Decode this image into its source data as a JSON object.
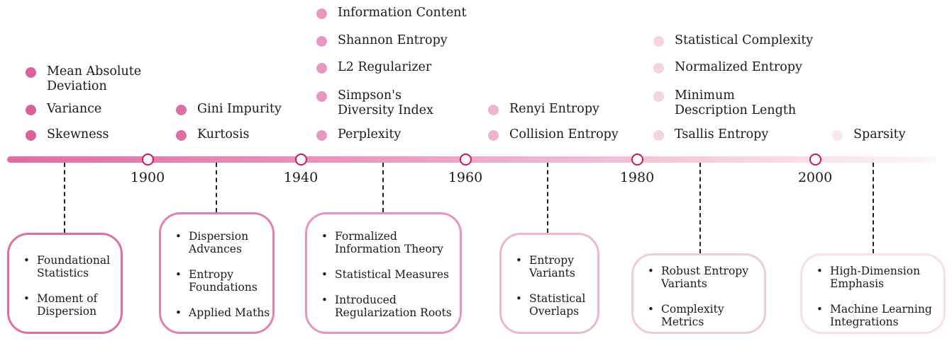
{
  "timeline": {
    "years": [
      "1900",
      "1940",
      "1960",
      "1980",
      "2000"
    ]
  },
  "groups": [
    {
      "color": "#d9609b",
      "items": [
        "Mean Absolute\nDeviation",
        "Variance",
        "Skewness"
      ]
    },
    {
      "color": "#dd6fa5",
      "items": [
        "Gini Impurity",
        "Kurtosis"
      ]
    },
    {
      "color": "#e898c0",
      "items": [
        "Information Content",
        "Shannon Entropy",
        "L2 Regularizer",
        "Simpson's\nDiversity Index",
        "Perplexity"
      ]
    },
    {
      "color": "#ecb4cf",
      "items": [
        "Renyi Entropy",
        "Collision Entropy"
      ]
    },
    {
      "color": "#f4d3e2",
      "items": [
        "Statistical Complexity",
        "Normalized Entropy",
        "Minimum\nDescription Length",
        "Tsallis Entropy"
      ]
    },
    {
      "color": "#fce6ef",
      "items": [
        "Sparsity"
      ]
    }
  ],
  "eras": [
    {
      "border_color": "#de6fa6",
      "points": [
        "Foundational\nStatistics",
        "Moment of\nDispersion"
      ]
    },
    {
      "border_color": "#e27fae",
      "points": [
        "Dispersion\nAdvances",
        "Entropy\nFoundations",
        "Applied Maths"
      ]
    },
    {
      "border_color": "#e994bf",
      "points": [
        "Formalized\nInformation Theory",
        "Statistical Measures",
        "Introduced\nRegularization Roots"
      ]
    },
    {
      "border_color": "#eeb5d0",
      "points": [
        "Entropy\nVariants",
        "Statistical\nOverlaps"
      ]
    },
    {
      "border_color": "#f2c9dc",
      "points": [
        "Robust Entropy\nVariants",
        "Complexity\nMetrics"
      ]
    },
    {
      "border_color": "#f8dfea",
      "points": [
        "High-Dimension\nEmphasis",
        "Machine Learning\nIntegrations"
      ]
    }
  ]
}
